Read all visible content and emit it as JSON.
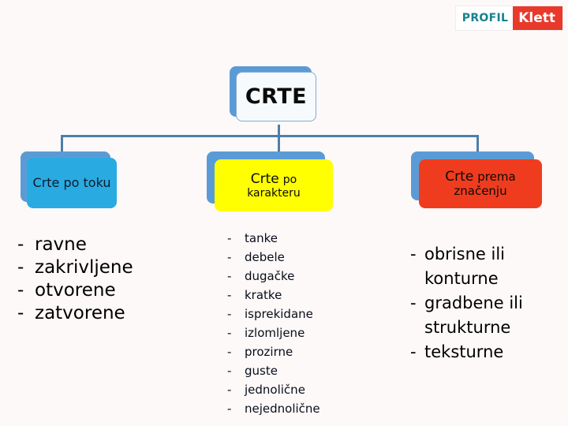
{
  "logo": {
    "part1": "PROFIL",
    "part2": "Klett",
    "part1_color": "#16818f",
    "part2_bg": "#e8392b"
  },
  "colors": {
    "background": "#fdf9f8",
    "connector": "#4e7fa8",
    "shadow": "#5b9bd5",
    "node_flow": "#29abe2",
    "node_character": "#ffff00",
    "node_meaning": "#f03c1e",
    "node_root": "#f7fafd"
  },
  "diagram": {
    "root": {
      "label": "CRTE"
    },
    "branches": [
      {
        "id": "flow",
        "title_major": "Crte po",
        "title_minor": "toku",
        "title_full": "Crte po toku",
        "items": [
          "ravne",
          "zakrivljene",
          "otvorene",
          "zatvorene"
        ]
      },
      {
        "id": "character",
        "title_major": "Crte",
        "title_mid": "po",
        "title_minor": "karakteru",
        "title_full": "Crte po karakteru",
        "items": [
          "tanke",
          "debele",
          "dugačke",
          "kratke",
          "isprekidane",
          "izlomljene",
          "prozirne",
          "guste",
          "jednolične",
          "nejednolične"
        ]
      },
      {
        "id": "meaning",
        "title_major": "Crte",
        "title_mid": "prema",
        "title_minor": "značenju",
        "title_full": "Crte prema značenju",
        "items": [
          "obrisne ili konturne",
          "gradbene ili strukturne",
          "teksturne"
        ]
      }
    ],
    "bullet_marker": "-"
  }
}
